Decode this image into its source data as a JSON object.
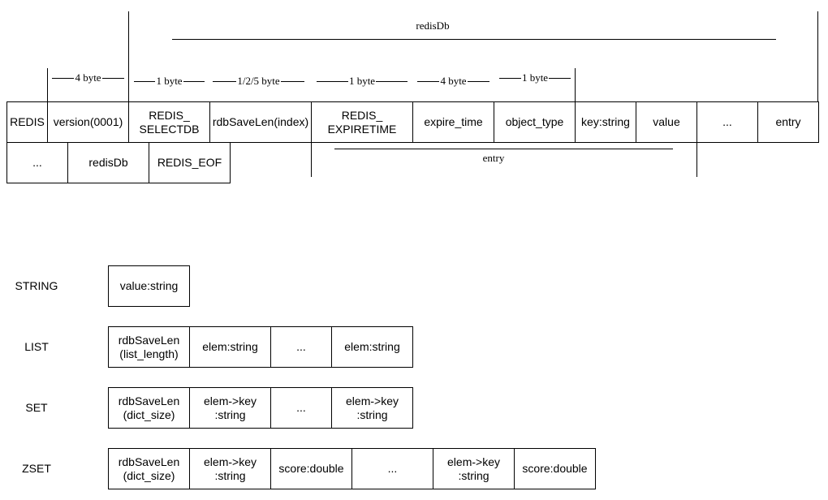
{
  "header": {
    "redisdb_label": "redisDb",
    "entry_label": "entry"
  },
  "byte_labels": [
    "4 byte",
    "1 byte",
    "1/2/5 byte",
    "1 byte",
    "4 byte",
    "1 byte"
  ],
  "format_row": [
    "REDIS",
    "version(0001)",
    "REDIS_\nSELECTDB",
    "rdbSaveLen(index)",
    "REDIS_\nEXPIRETIME",
    "expire_time",
    "object_type",
    "key:string",
    "value",
    "...",
    "entry"
  ],
  "format_row2": [
    "...",
    "redisDb",
    "REDIS_EOF"
  ],
  "types": {
    "string": {
      "label": "STRING",
      "cells": [
        "value:string"
      ]
    },
    "list": {
      "label": "LIST",
      "cells": [
        "rdbSaveLen\n(list_length)",
        "elem:string",
        "...",
        "elem:string"
      ]
    },
    "set": {
      "label": "SET",
      "cells": [
        "rdbSaveLen\n(dict_size)",
        "elem->key\n:string",
        "...",
        "elem->key\n:string"
      ]
    },
    "zset": {
      "label": "ZSET",
      "cells": [
        "rdbSaveLen\n(dict_size)",
        "elem->key\n:string",
        "score:double",
        "...",
        "elem->key\n:string",
        "score:double"
      ]
    }
  }
}
